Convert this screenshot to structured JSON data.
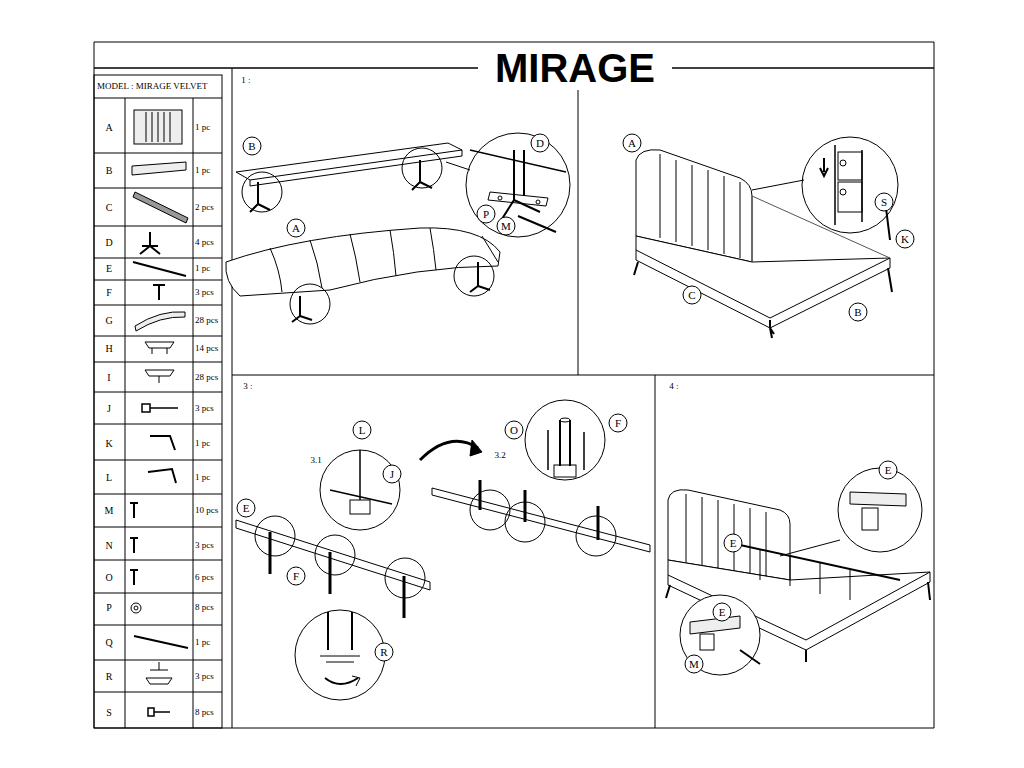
{
  "diagram": {
    "title": "MIRAGE",
    "labels": [
      "MODEL : MIRAGE VELVET",
      "A",
      "1 pc",
      "B",
      "1 pc",
      "C",
      "2 pcs",
      "D",
      "4 pcs",
      "E",
      "1 pc",
      "F",
      "3 pcs",
      "G",
      "28 pcs",
      "H",
      "14 pcs",
      "I",
      "28 pcs",
      "J",
      "3 pcs",
      "K",
      "1 pc",
      "L",
      "1 pc",
      "M",
      "10 pcs",
      "N",
      "3 pcs",
      "O",
      "6 pcs",
      "P",
      "8 pcs",
      "Q",
      "1 pc",
      "R",
      "3 pcs",
      "S",
      "8 pcs",
      "1 :",
      "B",
      "D",
      "A",
      "P",
      "M",
      "A",
      "S",
      "K",
      "C",
      "B",
      "3 :",
      "L",
      "3.1",
      "J",
      "E",
      "F",
      "R",
      "3.2",
      "O",
      "F",
      "4 :",
      "E",
      "E",
      "E",
      "M"
    ]
  }
}
